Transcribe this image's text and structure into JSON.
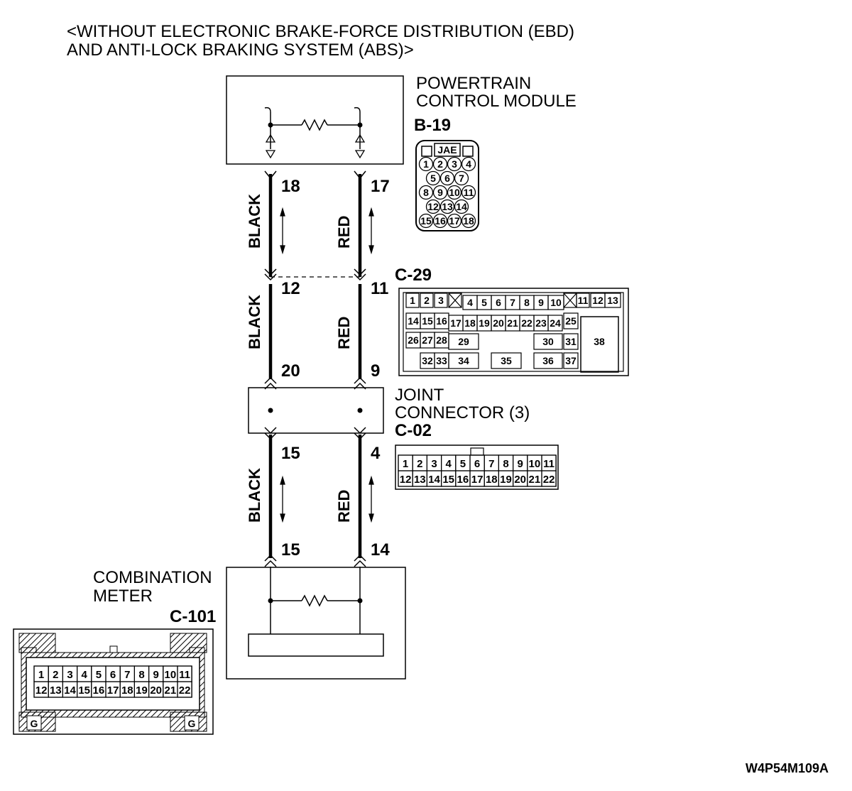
{
  "title_lines": [
    "<WITHOUT ELECTRONIC BRAKE-FORCE DISTRIBUTION (EBD)",
    "AND ANTI-LOCK BRAKING SYSTEM (ABS)>"
  ],
  "pcm": {
    "name_lines": [
      "POWERTRAIN",
      "CONTROL MODULE"
    ],
    "connector_id": "B-19"
  },
  "b19": {
    "header": "JAE",
    "rows": [
      [
        "1",
        "2",
        "3",
        "4"
      ],
      [
        "5",
        "6",
        "7"
      ],
      [
        "8",
        "9",
        "10",
        "11"
      ],
      [
        "12",
        "13",
        "14"
      ],
      [
        "15",
        "16",
        "17",
        "18"
      ]
    ]
  },
  "segments": [
    {
      "left_pin_top": "18",
      "right_pin_top": "17",
      "left_color": "BLACK",
      "right_color": "RED"
    },
    {
      "left_pin_top": "12",
      "right_pin_top": "11",
      "left_pin_bottom": "20",
      "right_pin_bottom": "9",
      "left_color": "BLACK",
      "right_color": "RED"
    },
    {
      "left_pin_top": "15",
      "right_pin_top": "4",
      "left_pin_bottom": "15",
      "right_pin_bottom": "14",
      "left_color": "BLACK",
      "right_color": "RED"
    }
  ],
  "c29": {
    "connector_id": "C-29",
    "pins": [
      "1",
      "2",
      "3",
      "4",
      "5",
      "6",
      "7",
      "8",
      "9",
      "10",
      "11",
      "12",
      "13",
      "14",
      "15",
      "16",
      "17",
      "18",
      "19",
      "20",
      "21",
      "22",
      "23",
      "24",
      "25",
      "26",
      "27",
      "28",
      "29",
      "30",
      "31",
      "32",
      "33",
      "34",
      "35",
      "36",
      "37",
      "38"
    ]
  },
  "joint": {
    "name_lines": [
      "JOINT",
      "CONNECTOR (3)"
    ],
    "connector_id": "C-02"
  },
  "c02": {
    "row1": [
      "1",
      "2",
      "3",
      "4",
      "5",
      "6",
      "7",
      "8",
      "9",
      "10",
      "11"
    ],
    "row2": [
      "12",
      "13",
      "14",
      "15",
      "16",
      "17",
      "18",
      "19",
      "20",
      "21",
      "22"
    ]
  },
  "meter": {
    "name_lines": [
      "COMBINATION",
      "METER"
    ],
    "connector_id": "C-101"
  },
  "c101": {
    "row1": [
      "1",
      "2",
      "3",
      "4",
      "5",
      "6",
      "7",
      "8",
      "9",
      "10",
      "11"
    ],
    "row2": [
      "12",
      "13",
      "14",
      "15",
      "16",
      "17",
      "18",
      "19",
      "20",
      "21",
      "22"
    ],
    "ground_label": "G"
  },
  "figure_code": "W4P54M109A"
}
